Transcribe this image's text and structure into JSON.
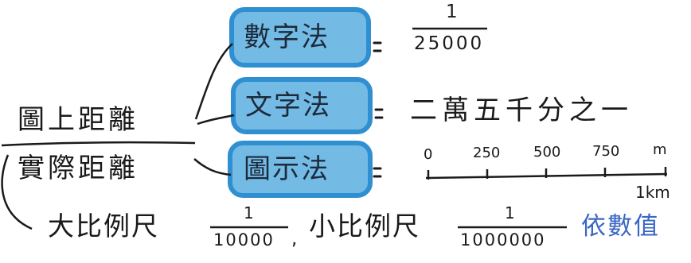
{
  "left": {
    "numerator_label": "圖上距離",
    "denominator_label": "實際距離"
  },
  "methods": [
    {
      "label": "數字法",
      "ratio_numerator": "1",
      "ratio_denominator": "25000"
    },
    {
      "label": "文字法",
      "text": "二萬五千分之一"
    },
    {
      "label": "圖示法"
    }
  ],
  "scale_bar": {
    "ticks": [
      "0",
      "250",
      "500",
      "750"
    ],
    "unit": "m",
    "length_label": "1km"
  },
  "footer": {
    "large_scale_label": "大比例尺",
    "large_scale_numerator": "1",
    "large_scale_denominator": "10000",
    "separator": ",",
    "small_scale_label": "小比例尺",
    "small_scale_numerator": "1",
    "small_scale_denominator": "1000000",
    "note": "依數值"
  },
  "colors": {
    "highlight_fill": "#5aaee0",
    "highlight_stroke": "#2f8fd0",
    "ink": "#1a1a1a",
    "note_blue": "#3a66c4"
  }
}
